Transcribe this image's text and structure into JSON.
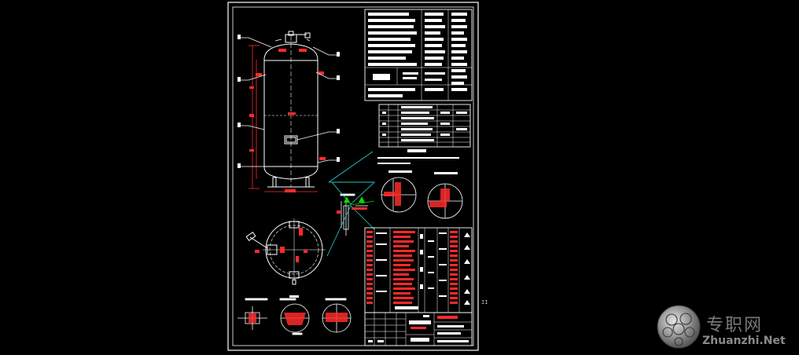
{
  "drawing": {
    "background": "#000000",
    "line_color": "#ffffff",
    "dim_color": "#ff2a2a",
    "detail_color": "#2ad3d3",
    "hatch_color": "#ff2a2a",
    "callout_color": "#00e000"
  },
  "title_block": {
    "side_mark": "II"
  },
  "watermark": {
    "cn": "专职网",
    "url": "Zhuanzhi.Net"
  }
}
